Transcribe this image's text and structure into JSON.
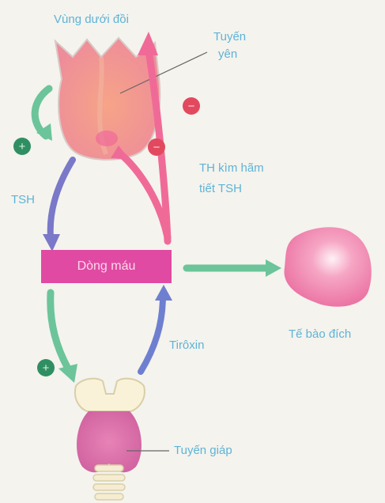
{
  "labels": {
    "hypothalamus": "Vùng dưới đồi",
    "pituitary_line1": "Tuyến",
    "pituitary_line2": "yên",
    "tsh": "TSH",
    "feedback_line1": "TH kìm hãm",
    "feedback_line2": "tiết TSH",
    "bloodstream": "Dòng máu",
    "target_cell": "Tế bào đích",
    "thyroxine": "Tirôxin",
    "thyroid": "Tuyến giáp"
  },
  "signs": {
    "stimulate": "+",
    "inhibit": "−"
  },
  "colors": {
    "text": "#5fb3d6",
    "blood_box": "#e04aa3",
    "stimulate_arrow": "#6cc49a",
    "inhibit_arrow": "#f06a98",
    "tsh_arrow": "#7a78c8",
    "thyroxine_arrow": "#6f7fd0"
  }
}
